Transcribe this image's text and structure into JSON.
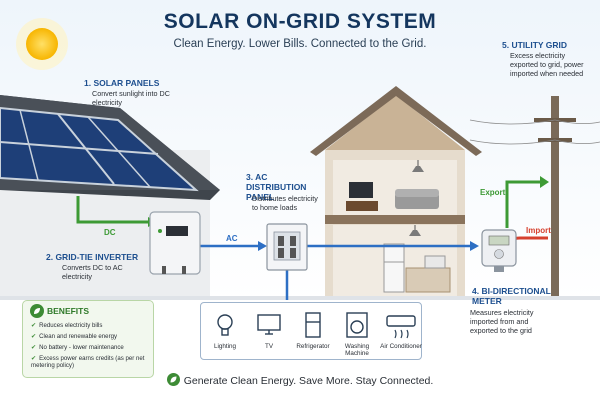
{
  "header": {
    "title": "SOLAR ON-GRID SYSTEM",
    "subtitle": "Clean Energy. Lower Bills. Connected to the Grid."
  },
  "components": [
    {
      "heading": "1. SOLAR PANELS",
      "body": "Convert sunlight into DC electricity"
    },
    {
      "heading": "2. GRID-TIE INVERTER",
      "body": "Converts DC to AC electricity"
    },
    {
      "heading": "3. AC DISTRIBUTION PANEL",
      "body": "Distributes electricity to home loads"
    },
    {
      "heading": "4. BI-DIRECTIONAL METER",
      "body": "Measures electricity imported from and exported to the grid"
    },
    {
      "heading": "5. UTILITY GRID",
      "body": "Excess electricity exported to grid, power imported when needed"
    }
  ],
  "flows": {
    "dc": "DC",
    "ac": "AC",
    "export": "Export",
    "import": "Import"
  },
  "benefits": {
    "title": "BENEFITS",
    "items": [
      "Reduces electricity bills",
      "Clean and renewable energy",
      "No battery - lower maintenance",
      "Excess power earns credits (as per net metering policy)"
    ]
  },
  "loads": [
    "Lighting",
    "TV",
    "Refrigerator",
    "Washing Machine",
    "Air Conditioner"
  ],
  "footer": "Generate Clean Energy. Save More. Stay Connected.",
  "colors": {
    "title": "#14365e",
    "heading": "#1d4f8f",
    "dc_flow": "#3d9a35",
    "ac_flow": "#2d6fc4",
    "export_flow": "#3d9a35",
    "import_flow": "#d6402e",
    "benefit_green": "#2f7a2a"
  },
  "icons": [
    "sun-icon",
    "solar-panel-icon",
    "inverter-icon",
    "distribution-panel-icon",
    "meter-icon",
    "utility-pole-icon",
    "leaf-icon",
    "bulb-icon",
    "tv-icon",
    "fridge-icon",
    "washer-icon",
    "ac-icon"
  ]
}
